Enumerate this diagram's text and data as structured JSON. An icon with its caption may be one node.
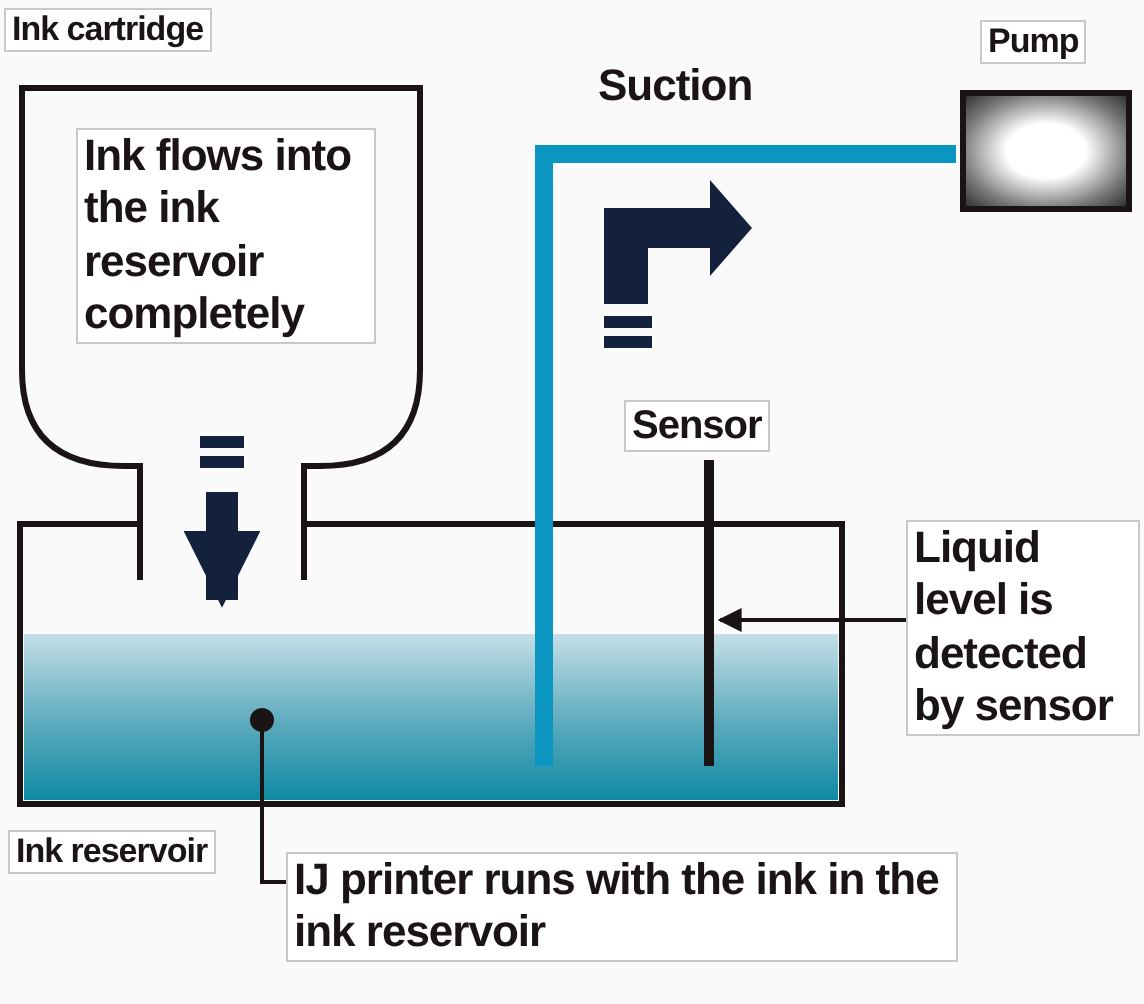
{
  "diagram": {
    "nodes": [
      {
        "text": [
          "Ink cartridge",
          "Ink flows into the ink reservoir completely"
        ]
      },
      {
        "text": [
          "Ink reservoir"
        ]
      },
      {
        "text": [
          "Pump"
        ]
      },
      {
        "text": [
          "Sensor"
        ]
      },
      {
        "text": [
          "Liquid level is detected by sensor"
        ]
      },
      {
        "text": [
          "IJ printer runs with the ink in the ink reservoir"
        ]
      },
      {
        "text": [],
        "shape": "box",
        "in": 1
      }
    ],
    "edges": [
      {
        "from": 0,
        "to": 1,
        "arrow": "to",
        "style": "thick",
        "color": "#13213d"
      },
      {
        "from": 6,
        "to": 2,
        "arrow": "none",
        "label": "Suction",
        "style": "thick",
        "color": "#0a96c0"
      },
      {
        "from": 4,
        "to": 3,
        "arrow": "to"
      },
      {
        "from": 5,
        "to": 6,
        "arrow": "other"
      }
    ]
  }
}
